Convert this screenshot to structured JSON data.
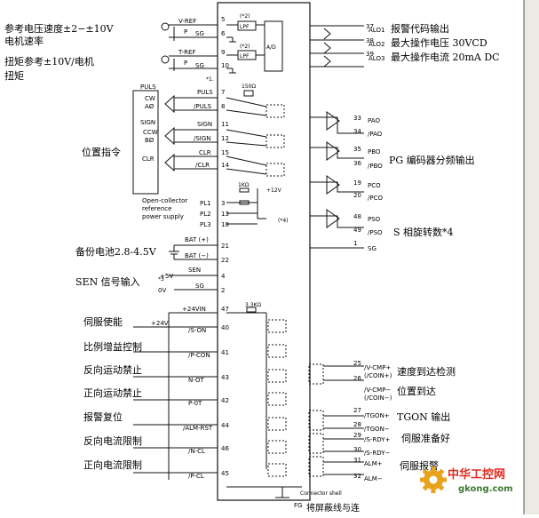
{
  "top_left": {
    "ref_speed_cn": "参考电压速度±2−±10V",
    "ref_speed_cn2": "电机速率",
    "ref_torque_cn": "扭矩参考±10V/电机",
    "ref_torque_cn2": "扭矩",
    "note1": "*1."
  },
  "signals": {
    "vref": "V-REF",
    "sg1": "SG",
    "tref": "T-REF",
    "sg2": "SG",
    "lpf": "LPF",
    "lpf2": "LPF",
    "ad": "A/D",
    "note2a": "(*2)",
    "note2b": "(*2)",
    "puls": "PULS",
    "cw": "CW",
    "aphi": "AØ",
    "puls_sig": "PULS",
    "npuls_sig": "/PULS",
    "sign": "SIGN",
    "ccw": "CCW",
    "bphi": "BØ",
    "sign_sig": "SIGN",
    "nsign_sig": "/SIGN",
    "clr": "CLR",
    "clr_sig": "CLR",
    "nclr_sig": "/CLR",
    "r150": "150Ω",
    "r1k": "1KΩ",
    "v12": "+12V",
    "note4": "(*4)",
    "oc1": "Open-collector",
    "oc2": "reference",
    "oc3": "power supply",
    "pl1": "PL1",
    "pl2": "PL2",
    "pl3": "PL3",
    "batp": "BAT (+)",
    "batn": "BAT (−)",
    "sen": "SEN",
    "sg3": "SG",
    "v5": "+5V",
    "v0": "0V",
    "v24in": "+24VIN",
    "r33k": "3.3KΩ",
    "v24": "+24V",
    "son": "/S-ON",
    "pcon": "/P-CON",
    "not": "N-OT",
    "pot": "P-0T",
    "almrst": "/ALM-RST",
    "ncl": "/N-CL",
    "pcl": "/P-CL",
    "shell": "Connector shell",
    "fg": "FG",
    "p": "P"
  },
  "left_labels": {
    "pos_cmd": "位置指令",
    "battery": "备份电池2.8-4.5V",
    "sen_in": "SEN 信号输入",
    "sen_note": "*3",
    "servo_on": "伺服使能",
    "p_ctrl": "比例增益控制",
    "rev_inhibit": "反向运动禁止",
    "fwd_inhibit": "正向运动禁止",
    "alm_reset": "报警复位",
    "rev_cur": "反向电流限制",
    "fwd_cur": "正向电流限制"
  },
  "right": {
    "alo1": "ALO1",
    "alo2": "ALO2",
    "alo3": "ALO3",
    "alarm_code": "报警代码输出",
    "max_v": "最大操作电压 30VCD",
    "max_i": "最大操作电流 20mA  DC",
    "pao": "PAO",
    "npao": "/PAO",
    "pbo": "PBO",
    "npbo": "/PBO",
    "pco": "PCO",
    "npco": "/PCO",
    "pso": "PSO",
    "npso": "/PSO",
    "sg": "SG",
    "pg_out": "PG 编码器分频输出",
    "s_phase": "S 相旋转数*4",
    "vcmp_p": "/V-CMP+",
    "coin_p": "(/COIN+)",
    "vcmp_n": "/V-CMP−",
    "coin_n": "(/COIN−)",
    "speed_reach": "速度到达检测",
    "pos_reach": "位置到达",
    "tgon_p": "/TGON+",
    "tgon_n": "/TGON−",
    "srdy_p": "/S-RDY+",
    "srdy_n": "/S-RDY−",
    "almp": "ALM+",
    "almn": "ALM−",
    "tgon_out": "TGON 输出",
    "servo_ready": "伺服准备好",
    "servo_alarm": "伺服报警"
  },
  "pins": {
    "p5": "5",
    "p6": "6",
    "p9": "9",
    "p10": "10",
    "p7": "7",
    "p8": "8",
    "p11": "11",
    "p12": "12",
    "p15": "15",
    "p14": "14",
    "p3": "3",
    "p13": "13",
    "p18": "18",
    "p21": "21",
    "p22": "22",
    "p4": "4",
    "p2": "2",
    "p47": "47",
    "p40": "40",
    "p41": "41",
    "p43": "43",
    "p42": "42",
    "p44": "44",
    "p46": "46",
    "p45": "45",
    "p37": "37",
    "p38": "38",
    "p39": "39",
    "p33": "33",
    "p34": "34",
    "p35": "35",
    "p36": "36",
    "p19": "19",
    "p20": "20",
    "p48": "48",
    "p49": "49",
    "p1": "1",
    "p25": "25",
    "p26": "26",
    "p27": "27",
    "p28": "28",
    "p29": "29",
    "p30": "30",
    "p31": "31",
    "p32": "32"
  },
  "footer": {
    "shield_cn": "将屏蔽线与连"
  },
  "watermark": {
    "brand_cn": "中华工控网",
    "url": "gkong.com"
  }
}
